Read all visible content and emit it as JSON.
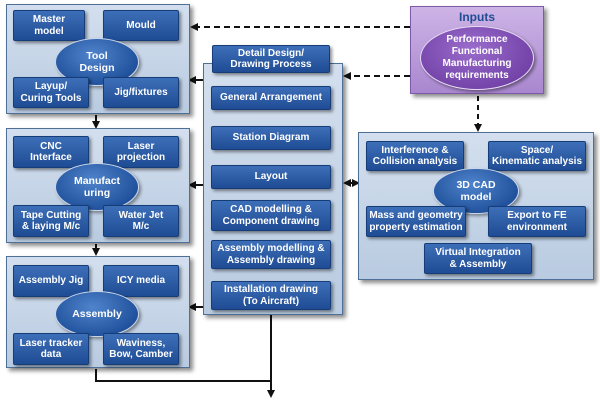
{
  "tool_design": {
    "master_model": "Master\nmodel",
    "mould": "Mould",
    "center": "Tool\nDesign",
    "layup": "Layup/\nCuring Tools",
    "jig": "Jig/fixtures"
  },
  "manufacturing": {
    "cnc": "CNC\nInterface",
    "laser": "Laser\nprojection",
    "center": "Manufact\nuring",
    "tape": "Tape Cutting\n& laying M/c",
    "waterjet": "Water Jet\nM/c"
  },
  "assembly": {
    "jig": "Assembly Jig",
    "icy": "ICY media",
    "center": "Assembly",
    "tracker": "Laser tracker\ndata",
    "waviness": "Waviness,\nBow, Camber"
  },
  "detail_design": {
    "title": "Detail Design/\nDrawing Process",
    "steps": [
      "General  Arrangement",
      "Station Diagram",
      "Layout",
      "CAD modelling &\nComponent drawing",
      "Assembly modelling &\nAssembly drawing",
      "Installation drawing\n(To Aircraft)"
    ]
  },
  "cad3d": {
    "interference": "Interference &\nCollision analysis",
    "space": "Space/\nKinematic  analysis",
    "center": "3D CAD\nmodel",
    "mass": "Mass and geometry\nproperty estimation",
    "export": "Export to FE\nenvironment",
    "virtual": "Virtual Integration\n& Assembly"
  },
  "inputs": {
    "title": "Inputs",
    "body": "Performance\nFunctional\nManufacturing\nrequirements"
  }
}
